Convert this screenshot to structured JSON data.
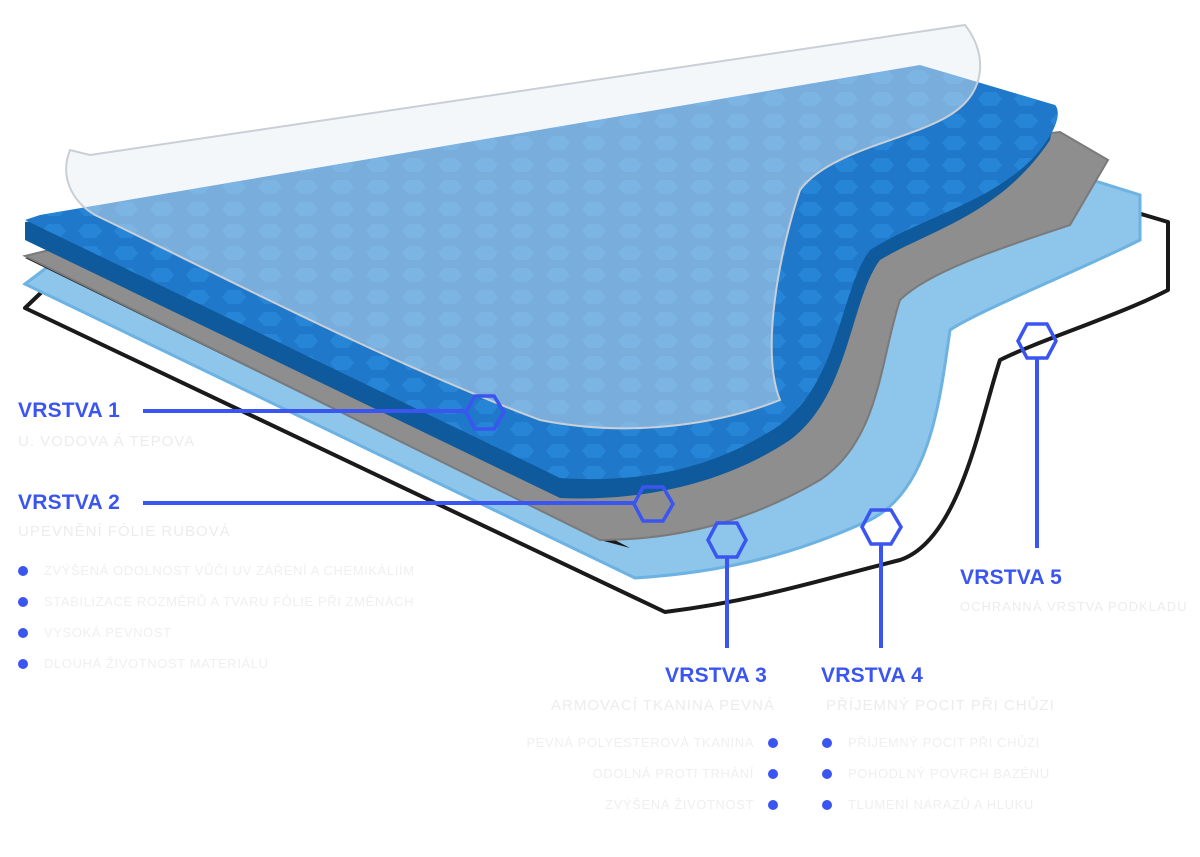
{
  "colors": {
    "accent": "#3b55f0",
    "blue_layer": "#1f78c9",
    "blue_edge": "#0e5a9c",
    "gray_layer": "#8e8e8e",
    "light_blue_layer": "#8ec5ea",
    "black_layer": "#1a1a1a"
  },
  "layers": [
    {
      "label": "VRSTVA 1",
      "subtitle": "U. VODOVA Á TEPOVA",
      "bullets": []
    },
    {
      "label": "VRSTVA 2",
      "subtitle": "UPEVNĚNÍ FÓLIE RUBOVÁ",
      "bullets": [
        "ZVÝŠENÁ ODOLNOST VŮČI UV ZÁŘENÍ A CHEMIKÁLIÍM",
        "STABILIZACE ROZMĚRŮ A TVARU FÓLIE PŘI ZMĚNÁCH",
        "VYSOKÁ PEVNOST",
        "DLOUHÁ ŽIVOTNOST MATERIÁLU"
      ]
    },
    {
      "label": "VRSTVA 3",
      "subtitle": "ARMOVACÍ TKANINA PEVNÁ",
      "bullets": [
        "PEVNÁ POLYESTEROVÁ TKANINA",
        "ODOLNÁ PROTI TRHÁNÍ",
        "ZVÝŠENÁ ŽIVOTNOST"
      ]
    },
    {
      "label": "VRSTVA 4",
      "subtitle": "PŘÍJEMNÝ POCIT PŘI CHŮZI",
      "bullets": [
        "PŘÍJEMNÝ POCIT PŘI CHŮZI",
        "POHODLNÝ POVRCH BAZÉNU",
        "TLUMENÍ NÁRAZŮ A HLUKU"
      ]
    },
    {
      "label": "VRSTVA 5",
      "subtitle": "OCHRANNÁ VRSTVA PODKLADU",
      "bullets": []
    }
  ]
}
